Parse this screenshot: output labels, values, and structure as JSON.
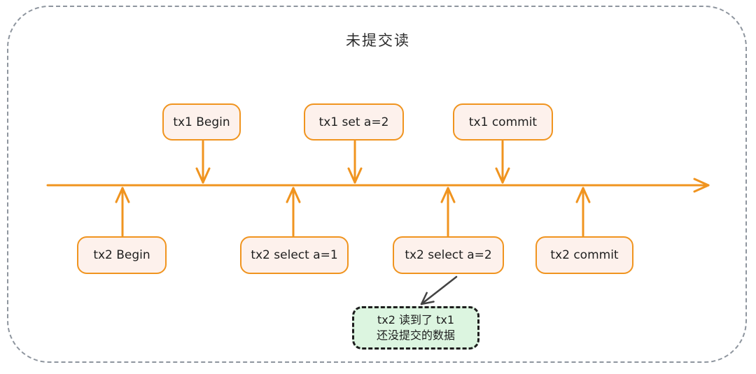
{
  "title": "未提交读",
  "timeline": {
    "description": "horizontal time axis, arrow pointing right"
  },
  "tx1_events": [
    {
      "label": "tx1 Begin"
    },
    {
      "label": "tx1 set a=2"
    },
    {
      "label": "tx1 commit"
    }
  ],
  "tx2_events": [
    {
      "label": "tx2 Begin"
    },
    {
      "label": "tx2 select a=1"
    },
    {
      "label": "tx2 select a=2"
    },
    {
      "label": "tx2 commit"
    }
  ],
  "annotation": {
    "line1": "tx2 读到了 tx1",
    "line2": "还没提交的数据"
  },
  "colors": {
    "accent_orange": "#f0941f",
    "event_box_fill": "#fdf1ec",
    "annotation_fill": "#dcf5e0",
    "annotation_border": "#1e1e1e",
    "frame_gray": "#8e959e",
    "dark_arrow": "#434343",
    "text_dark": "#2d2d2d"
  }
}
